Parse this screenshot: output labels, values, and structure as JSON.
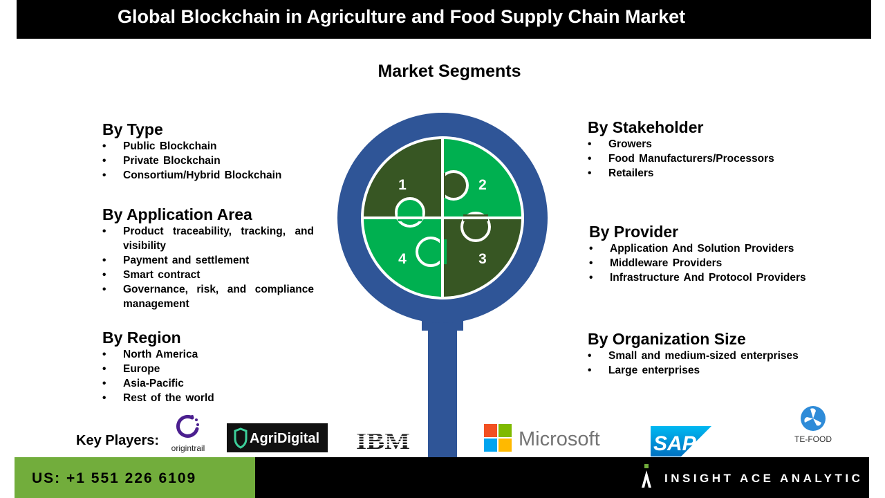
{
  "header": {
    "title": "Global Blockchain in Agriculture and Food Supply Chain Market"
  },
  "subtitle": "Market Segments",
  "segments": {
    "type": {
      "heading": "By Type",
      "items": [
        "Public Blockchain",
        "Private Blockchain",
        "Consortium/Hybrid Blockchain"
      ]
    },
    "application": {
      "heading": "By Application Area",
      "items": [
        "Product traceability, tracking, and visibility",
        "Payment and settlement",
        "Smart contract",
        "Governance, risk, and compliance management"
      ]
    },
    "region": {
      "heading": "By Region",
      "items": [
        "North America",
        "Europe",
        "Asia-Pacific",
        "Rest of the world"
      ]
    },
    "stakeholder": {
      "heading": "By Stakeholder",
      "items": [
        "Growers",
        "Food Manufacturers/Processors",
        "Retailers"
      ]
    },
    "provider": {
      "heading": "By Provider",
      "items": [
        "Application And Solution Providers",
        "Middleware Providers",
        "Infrastructure And Protocol Providers"
      ]
    },
    "organization": {
      "heading": "By Organization Size",
      "items": [
        "Small and medium-sized enterprises",
        "Large enterprises"
      ]
    }
  },
  "puzzle": {
    "numbers": [
      "1",
      "2",
      "3",
      "4"
    ]
  },
  "key_players": {
    "label": "Key Players:",
    "logos": [
      "origintrail",
      "AgriDigital",
      "IBM",
      "Microsoft",
      "SAP",
      "TE-FOOD"
    ]
  },
  "footer": {
    "phone": "US: +1 551 226 6109",
    "brand": "INSIGHT ACE ANALYTIC"
  },
  "colors": {
    "dark_green": "#375623",
    "bright_green": "#00b050",
    "ring_blue": "#2f5597",
    "footer_green": "#72ad3c"
  },
  "icons": [
    "magnifier-puzzle-icon",
    "origintrail-logo",
    "agridigital-logo",
    "ibm-logo",
    "microsoft-logo",
    "sap-logo",
    "te-food-logo",
    "insightace-logo"
  ]
}
